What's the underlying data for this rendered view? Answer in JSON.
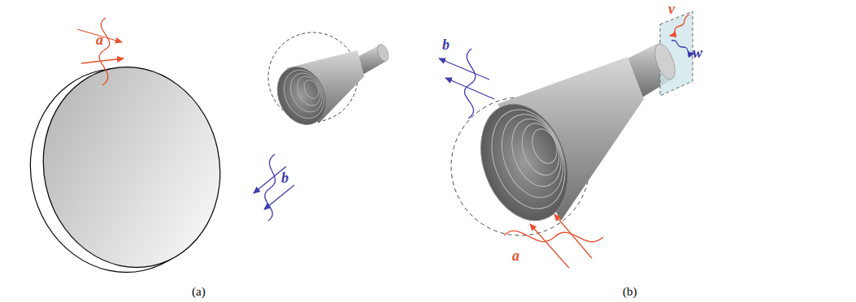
{
  "diagram": {
    "labels": [
      "a",
      "b",
      "(a)",
      "b",
      "a",
      "v",
      "w",
      "(b)"
    ]
  }
}
